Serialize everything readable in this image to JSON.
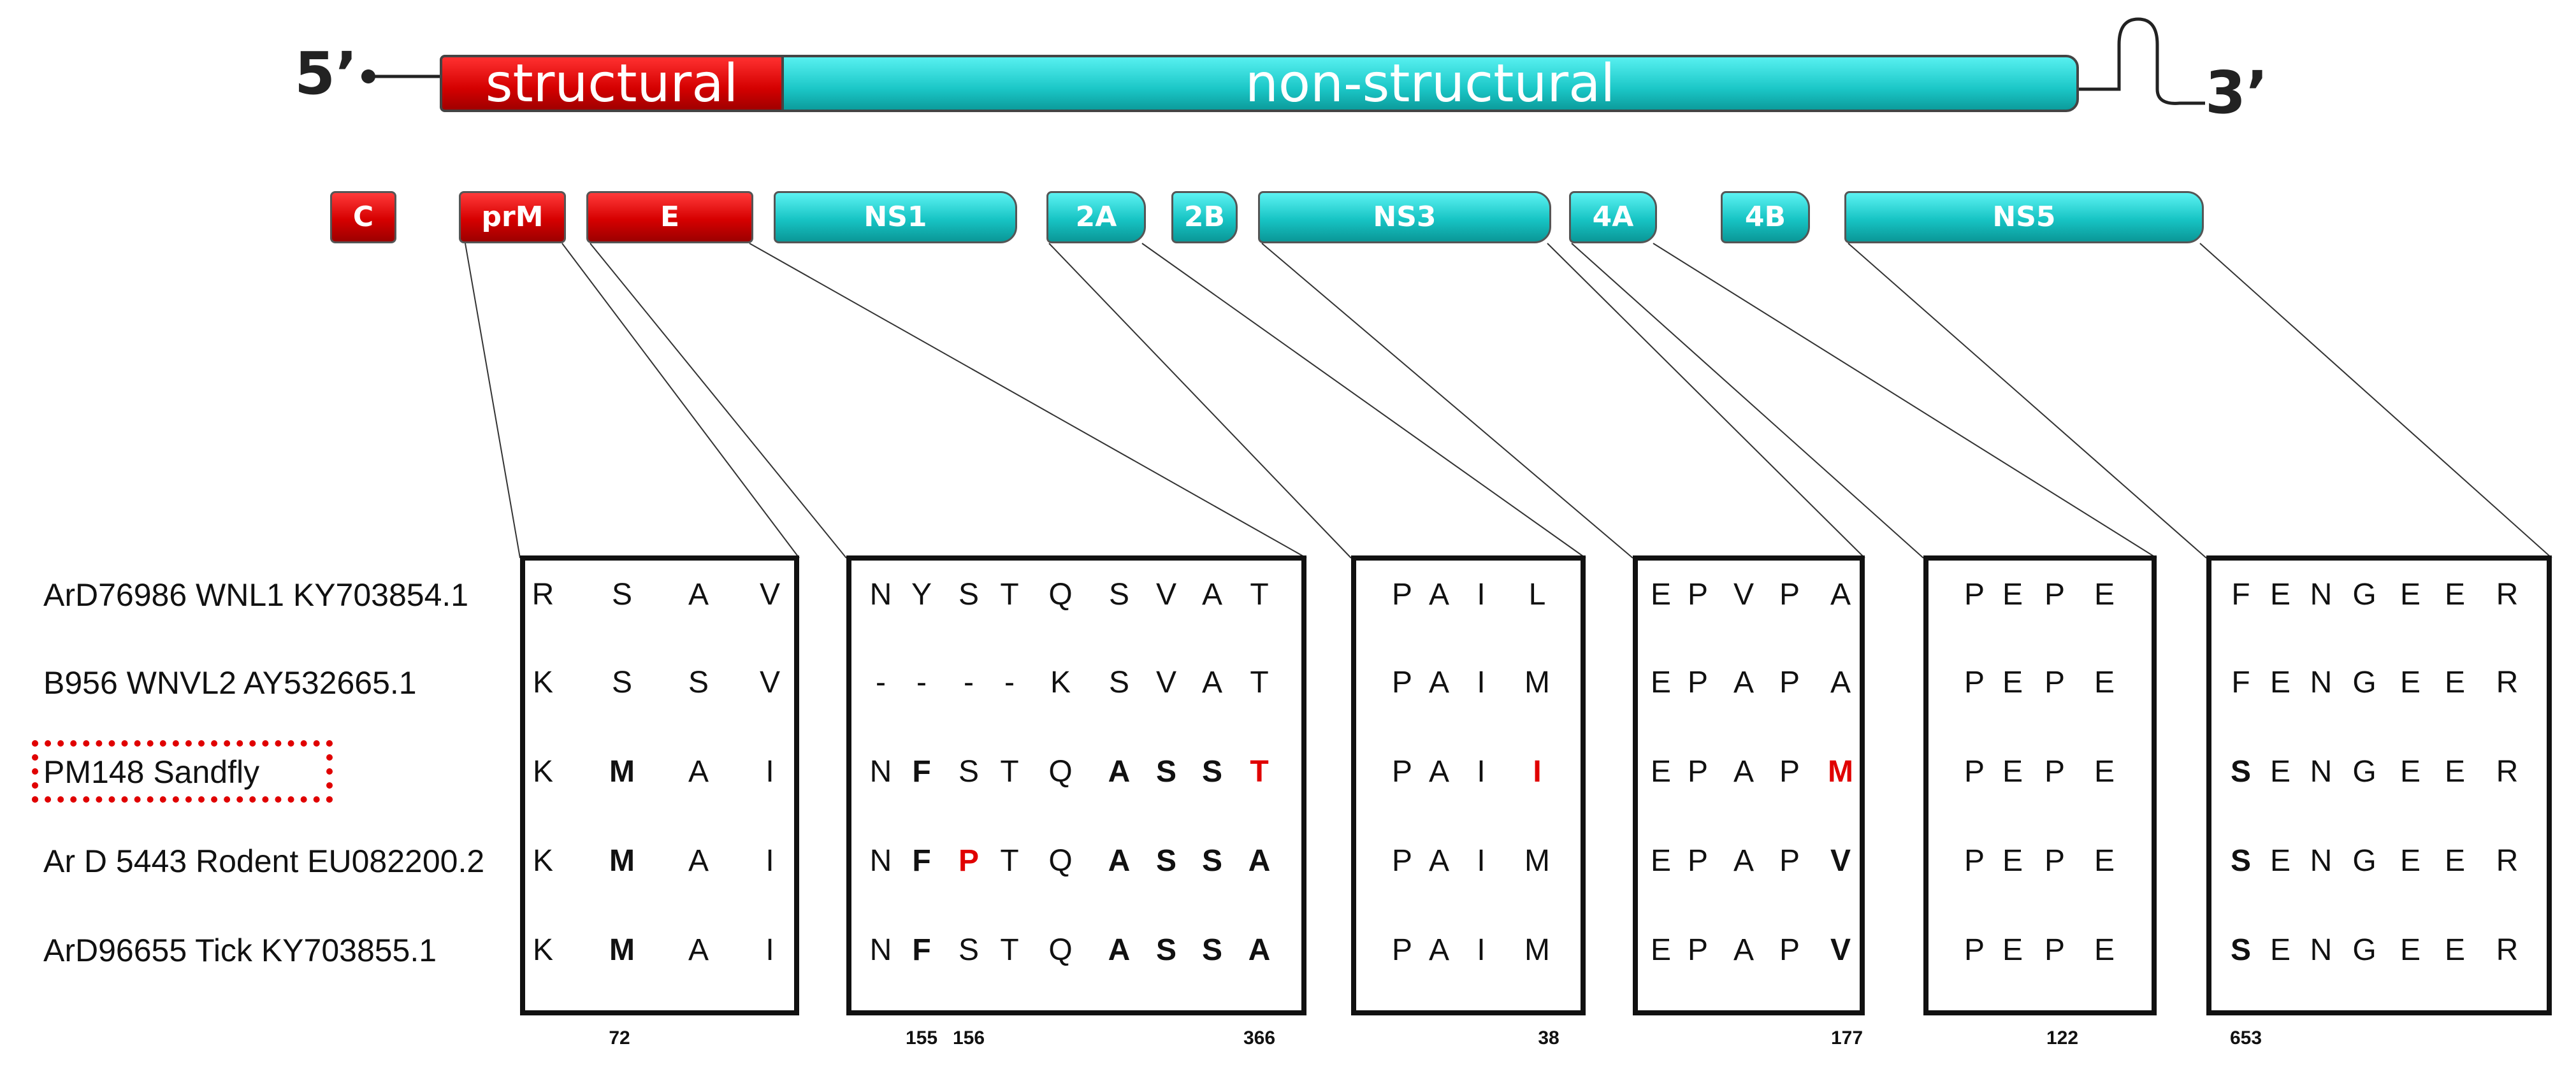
{
  "genome": {
    "five_prime": "5’",
    "three_prime": "3’",
    "structural_label": "structural",
    "nonstructural_label": "non-structural"
  },
  "genes": [
    "C",
    "prM",
    "E",
    "NS1",
    "2A",
    "2B",
    "NS3",
    "4A",
    "4B",
    "NS5"
  ],
  "strains": [
    "ArD76986 WNL1 KY703854.1",
    "B956 WNVL2 AY532665.1",
    "PM148 Sandfly",
    "Ar D 5443 Rodent EU082200.2",
    "ArD96655 Tick KY703855.1"
  ],
  "highlighted_strain": "PM148 Sandfly",
  "alignment_blocks": [
    {
      "gene": "prM",
      "positions": [
        "72"
      ],
      "rows": [
        [
          [
            "R",
            ""
          ],
          [
            "S",
            ""
          ],
          [
            "A",
            ""
          ],
          [
            "V",
            ""
          ]
        ],
        [
          [
            "K",
            ""
          ],
          [
            "S",
            ""
          ],
          [
            "S",
            ""
          ],
          [
            "V",
            ""
          ]
        ],
        [
          [
            "K",
            ""
          ],
          [
            "M",
            "b"
          ],
          [
            "A",
            ""
          ],
          [
            "I",
            ""
          ]
        ],
        [
          [
            "K",
            ""
          ],
          [
            "M",
            "b"
          ],
          [
            "A",
            ""
          ],
          [
            "I",
            ""
          ]
        ],
        [
          [
            "K",
            ""
          ],
          [
            "M",
            "b"
          ],
          [
            "A",
            ""
          ],
          [
            "I",
            ""
          ]
        ]
      ]
    },
    {
      "gene": "E",
      "positions": [
        "155",
        "156",
        "366"
      ],
      "rows": [
        [
          [
            "N",
            ""
          ],
          [
            "Y",
            ""
          ],
          [
            "S",
            ""
          ],
          [
            "T",
            ""
          ],
          [
            "Q",
            ""
          ],
          [
            "S",
            ""
          ],
          [
            "V",
            ""
          ],
          [
            "A",
            ""
          ],
          [
            "T",
            ""
          ]
        ],
        [
          [
            "-",
            ""
          ],
          [
            "-",
            ""
          ],
          [
            "-",
            ""
          ],
          [
            "-",
            ""
          ],
          [
            "K",
            ""
          ],
          [
            "S",
            ""
          ],
          [
            "V",
            ""
          ],
          [
            "A",
            ""
          ],
          [
            "T",
            ""
          ]
        ],
        [
          [
            "N",
            ""
          ],
          [
            "F",
            "b"
          ],
          [
            "S",
            ""
          ],
          [
            "T",
            ""
          ],
          [
            "Q",
            ""
          ],
          [
            "A",
            "b"
          ],
          [
            "S",
            "b"
          ],
          [
            "S",
            "b"
          ],
          [
            "T",
            "r"
          ]
        ],
        [
          [
            "N",
            ""
          ],
          [
            "F",
            "b"
          ],
          [
            "P",
            "r"
          ],
          [
            "T",
            ""
          ],
          [
            "Q",
            ""
          ],
          [
            "A",
            "b"
          ],
          [
            "S",
            "b"
          ],
          [
            "S",
            "b"
          ],
          [
            "A",
            "b"
          ]
        ],
        [
          [
            "N",
            ""
          ],
          [
            "F",
            "b"
          ],
          [
            "S",
            ""
          ],
          [
            "T",
            ""
          ],
          [
            "Q",
            ""
          ],
          [
            "A",
            "b"
          ],
          [
            "S",
            "b"
          ],
          [
            "S",
            "b"
          ],
          [
            "A",
            "b"
          ]
        ]
      ]
    },
    {
      "gene": "2A",
      "positions": [
        "38"
      ],
      "rows": [
        [
          [
            "P",
            ""
          ],
          [
            "A",
            ""
          ],
          [
            "I",
            ""
          ],
          [
            "L",
            ""
          ]
        ],
        [
          [
            "P",
            ""
          ],
          [
            "A",
            ""
          ],
          [
            "I",
            ""
          ],
          [
            "M",
            ""
          ]
        ],
        [
          [
            "P",
            ""
          ],
          [
            "A",
            ""
          ],
          [
            "I",
            ""
          ],
          [
            "I",
            "r"
          ]
        ],
        [
          [
            "P",
            ""
          ],
          [
            "A",
            ""
          ],
          [
            "I",
            ""
          ],
          [
            "M",
            ""
          ]
        ],
        [
          [
            "P",
            ""
          ],
          [
            "A",
            ""
          ],
          [
            "I",
            ""
          ],
          [
            "M",
            ""
          ]
        ]
      ]
    },
    {
      "gene": "NS3",
      "positions": [
        "177"
      ],
      "rows": [
        [
          [
            "E",
            ""
          ],
          [
            "P",
            ""
          ],
          [
            "V",
            ""
          ],
          [
            "P",
            ""
          ],
          [
            "A",
            ""
          ]
        ],
        [
          [
            "E",
            ""
          ],
          [
            "P",
            ""
          ],
          [
            "A",
            ""
          ],
          [
            "P",
            ""
          ],
          [
            "A",
            ""
          ]
        ],
        [
          [
            "E",
            ""
          ],
          [
            "P",
            ""
          ],
          [
            "A",
            ""
          ],
          [
            "P",
            ""
          ],
          [
            "M",
            "r"
          ]
        ],
        [
          [
            "E",
            ""
          ],
          [
            "P",
            ""
          ],
          [
            "A",
            ""
          ],
          [
            "P",
            ""
          ],
          [
            "V",
            "b"
          ]
        ],
        [
          [
            "E",
            ""
          ],
          [
            "P",
            ""
          ],
          [
            "A",
            ""
          ],
          [
            "P",
            ""
          ],
          [
            "V",
            "b"
          ]
        ]
      ]
    },
    {
      "gene": "4A",
      "positions": [
        "122"
      ],
      "rows": [
        [
          [
            "P",
            ""
          ],
          [
            "E",
            ""
          ],
          [
            "P",
            ""
          ],
          [
            "E",
            ""
          ]
        ],
        [
          [
            "P",
            ""
          ],
          [
            "E",
            ""
          ],
          [
            "P",
            ""
          ],
          [
            "E",
            ""
          ]
        ],
        [
          [
            "P",
            ""
          ],
          [
            "E",
            ""
          ],
          [
            "P",
            ""
          ],
          [
            "E",
            ""
          ]
        ],
        [
          [
            "P",
            ""
          ],
          [
            "E",
            ""
          ],
          [
            "P",
            ""
          ],
          [
            "E",
            ""
          ]
        ],
        [
          [
            "P",
            ""
          ],
          [
            "E",
            ""
          ],
          [
            "P",
            ""
          ],
          [
            "E",
            ""
          ]
        ]
      ]
    },
    {
      "gene": "NS5",
      "positions": [
        "653"
      ],
      "rows": [
        [
          [
            "F",
            ""
          ],
          [
            "E",
            ""
          ],
          [
            "N",
            ""
          ],
          [
            "G",
            ""
          ],
          [
            "E",
            ""
          ],
          [
            "E",
            ""
          ],
          [
            "R",
            ""
          ]
        ],
        [
          [
            "F",
            ""
          ],
          [
            "E",
            ""
          ],
          [
            "N",
            ""
          ],
          [
            "G",
            ""
          ],
          [
            "E",
            ""
          ],
          [
            "E",
            ""
          ],
          [
            "R",
            ""
          ]
        ],
        [
          [
            "S",
            "b"
          ],
          [
            "E",
            ""
          ],
          [
            "N",
            ""
          ],
          [
            "G",
            ""
          ],
          [
            "E",
            ""
          ],
          [
            "E",
            ""
          ],
          [
            "R",
            ""
          ]
        ],
        [
          [
            "S",
            "b"
          ],
          [
            "E",
            ""
          ],
          [
            "N",
            ""
          ],
          [
            "G",
            ""
          ],
          [
            "E",
            ""
          ],
          [
            "E",
            ""
          ],
          [
            "R",
            ""
          ]
        ],
        [
          [
            "S",
            "b"
          ],
          [
            "E",
            ""
          ],
          [
            "N",
            ""
          ],
          [
            "G",
            ""
          ],
          [
            "E",
            ""
          ],
          [
            "E",
            ""
          ],
          [
            "R",
            ""
          ]
        ]
      ]
    }
  ]
}
